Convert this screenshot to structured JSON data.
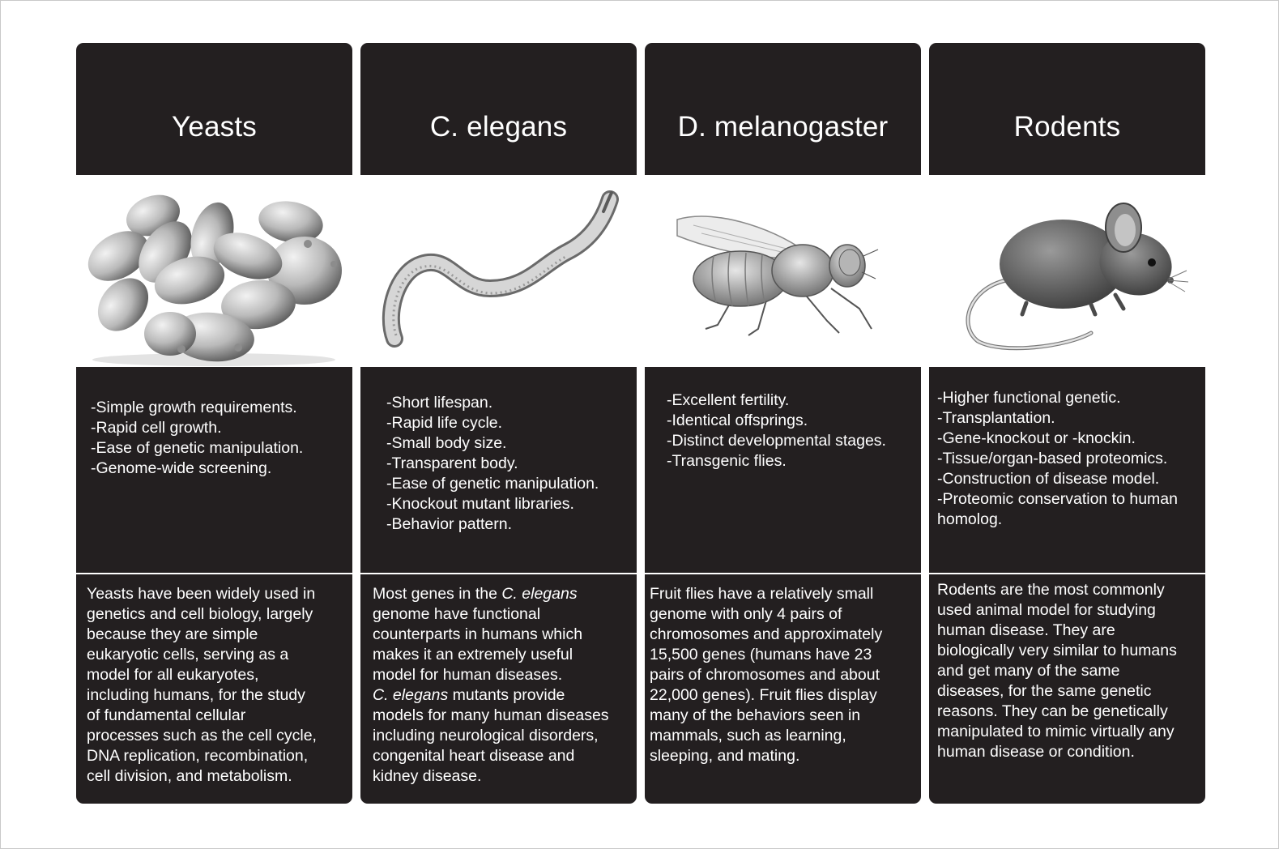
{
  "columns": [
    {
      "title": "Yeasts",
      "advantages": [
        "-Simple growth requirements.",
        "-Rapid cell growth.",
        "-Ease of genetic manipulation.",
        "-Genome-wide screening."
      ],
      "description_lines": [
        "Yeasts have been widely used in",
        "genetics and cell biology, largely",
        "because they are simple",
        "eukaryotic cells, serving as a",
        "model for all eukaryotes,",
        "including humans, for the study",
        "of fundamental cellular",
        "processes such as the cell cycle,",
        "DNA replication, recombination,",
        "cell division, and metabolism."
      ]
    },
    {
      "title": "C. elegans",
      "advantages": [
        "-Short lifespan.",
        "-Rapid life cycle.",
        "-Small body size.",
        "-Transparent body.",
        "-Ease of genetic manipulation.",
        "-Knockout mutant libraries.",
        "-Behavior pattern."
      ],
      "description": {
        "l1_pre": "Most genes in the ",
        "l1_italic": "C. elegans",
        "l2": "genome have functional",
        "l3": "counterparts in humans which",
        "l4": "makes it an extremely useful",
        "l5": "model for human diseases.",
        "l6_italic": "C. elegans",
        "l6_post": " mutants provide",
        "l7": "models for many human diseases",
        "l8": "including neurological disorders,",
        "l9": "congenital heart disease and",
        "l10": "kidney disease."
      }
    },
    {
      "title": "D. melanogaster",
      "advantages": [
        "-Excellent fertility.",
        "-Identical offsprings.",
        "-Distinct developmental stages.",
        "-Transgenic flies."
      ],
      "description_lines": [
        "Fruit flies have a relatively small",
        "genome with only 4 pairs of",
        "chromosomes and approximately",
        "15,500 genes (humans have 23",
        "pairs of chromosomes and about",
        "22,000 genes). Fruit flies display",
        "many of the behaviors seen in",
        "mammals, such as learning,",
        "sleeping, and mating."
      ]
    },
    {
      "title": "Rodents",
      "advantages": [
        "-Higher functional genetic.",
        "-Transplantation.",
        "-Gene-knockout or -knockin.",
        "-Tissue/organ-based proteomics.",
        "-Construction of disease model.",
        "-Proteomic conservation to human homolog."
      ],
      "description_lines": [
        "Rodents are the most commonly",
        "used animal model for studying",
        "human disease. They are",
        "biologically very similar to humans",
        "and get many of the same",
        "diseases, for the same genetic",
        "reasons. They can be genetically",
        "manipulated to mimic virtually any",
        "human disease or condition."
      ]
    }
  ]
}
